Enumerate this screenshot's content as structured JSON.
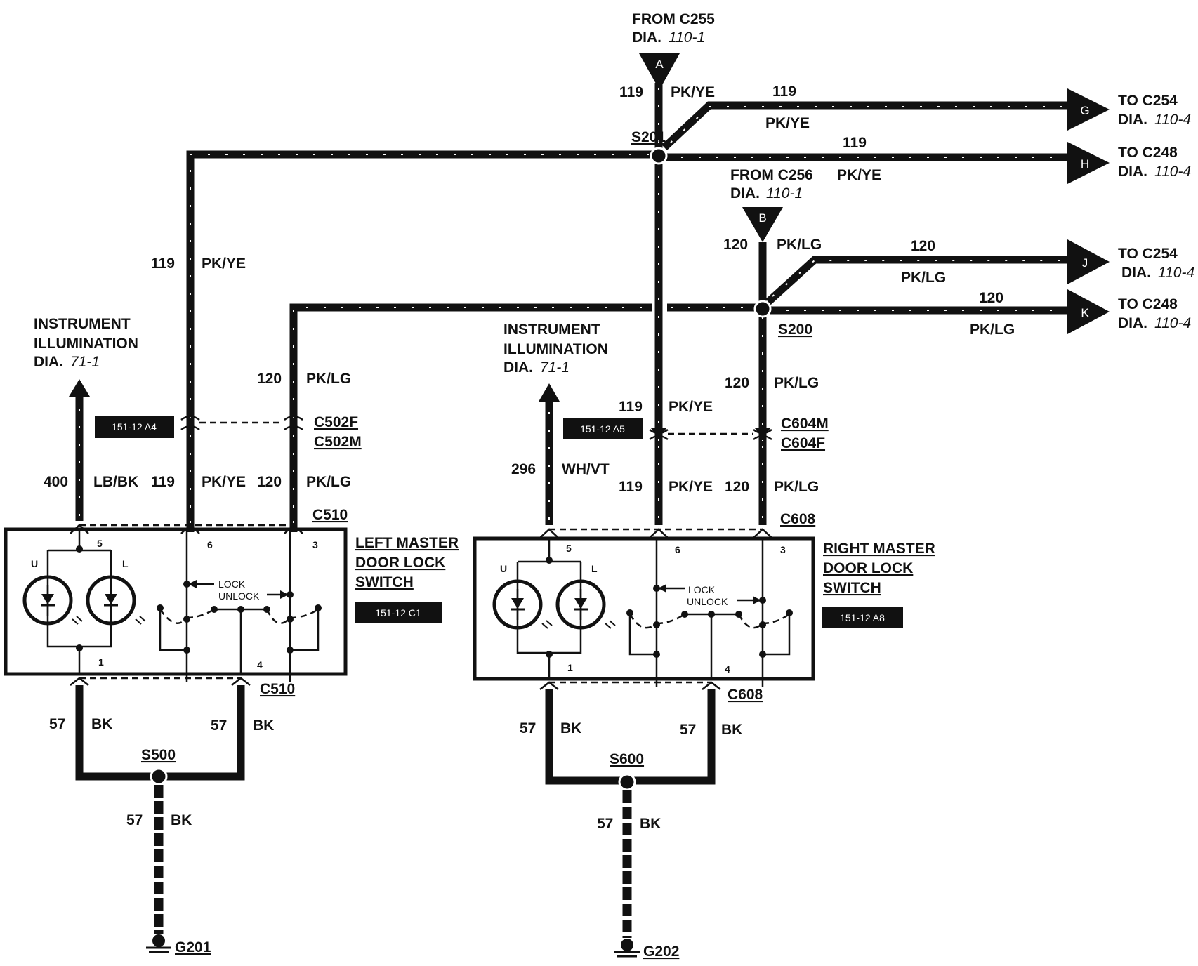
{
  "top_feed": {
    "from": "FROM C255",
    "dia_prefix": "DIA.",
    "dia": "110-1",
    "letter": "A",
    "circuit": "119",
    "color": "PK/YE"
  },
  "feed_b": {
    "from": "FROM C256",
    "dia_prefix": "DIA.",
    "dia": "110-1",
    "letter": "B",
    "circuit": "120",
    "color": "PK/LG"
  },
  "outputs": [
    {
      "letter": "G",
      "to": "TO C254",
      "dia_prefix": "DIA.",
      "dia": "110-4",
      "circuit": "119",
      "color": "PK/YE"
    },
    {
      "letter": "H",
      "to": "TO C248",
      "dia_prefix": "DIA.",
      "dia": "110-4",
      "circuit": "119",
      "color": "PK/YE"
    },
    {
      "letter": "J",
      "to": "TO C254",
      "dia_prefix": "DIA.",
      "dia": "110-4",
      "circuit": "120",
      "color": "PK/LG"
    },
    {
      "letter": "K",
      "to": "TO C248",
      "dia_prefix": "DIA.",
      "dia": "110-4",
      "circuit": "120",
      "color": "PK/LG"
    }
  ],
  "splices": {
    "s201": "S201",
    "s200": "S200",
    "s500": "S500",
    "s600": "S600"
  },
  "grounds": {
    "g201": "G201",
    "g202": "G202"
  },
  "left": {
    "illum_line1": "INSTRUMENT",
    "illum_line2": "ILLUMINATION",
    "illum_dia_prefix": "DIA.",
    "illum_dia": "71-1",
    "vert_circuit": "119",
    "vert_color": "PK/YE",
    "c120": "120",
    "c120_color": "PK/LG",
    "conn_f": "C502F",
    "conn_m": "C502M",
    "tag_conn": "151-12 A4",
    "w400": "400",
    "w400_color": "LB/BK",
    "w119": "119",
    "w119_color": "PK/YE",
    "w120": "120",
    "w120_color": "PK/LG",
    "conn_top": "C510",
    "conn_bottom": "C510",
    "title1": "LEFT MASTER",
    "title2": "DOOR LOCK",
    "title3": "SWITCH",
    "tag_switch": "151-12 C1",
    "pin5": "5",
    "pin6": "6",
    "pin3": "3",
    "pin1": "1",
    "pin4": "4",
    "u": "U",
    "l": "L",
    "lock": "LOCK",
    "unlock": "UNLOCK",
    "g57a": "57",
    "g57a_color": "BK",
    "g57b": "57",
    "g57b_color": "BK",
    "g57c": "57",
    "g57c_color": "BK"
  },
  "right": {
    "illum_line1": "INSTRUMENT",
    "illum_line2": "ILLUMINATION",
    "illum_dia_prefix": "DIA.",
    "illum_dia": "71-1",
    "c119": "119",
    "c119_color": "PK/YE",
    "c120": "120",
    "c120_color": "PK/LG",
    "conn_m": "C604M",
    "conn_f": "C604F",
    "tag_conn": "151-12 A5",
    "w296": "296",
    "w296_color": "WH/VT",
    "w119": "119",
    "w119_color": "PK/YE",
    "w120": "120",
    "w120_color": "PK/LG",
    "conn_top": "C608",
    "conn_bottom": "C608",
    "title1": "RIGHT MASTER",
    "title2": "DOOR LOCK",
    "title3": "SWITCH",
    "tag_switch": "151-12 A8",
    "pin5": "5",
    "pin6": "6",
    "pin3": "3",
    "pin1": "1",
    "pin4": "4",
    "u": "U",
    "l": "L",
    "lock": "LOCK",
    "unlock": "UNLOCK",
    "g57a": "57",
    "g57a_color": "BK",
    "g57b": "57",
    "g57b_color": "BK",
    "g57c": "57",
    "g57c_color": "BK"
  }
}
